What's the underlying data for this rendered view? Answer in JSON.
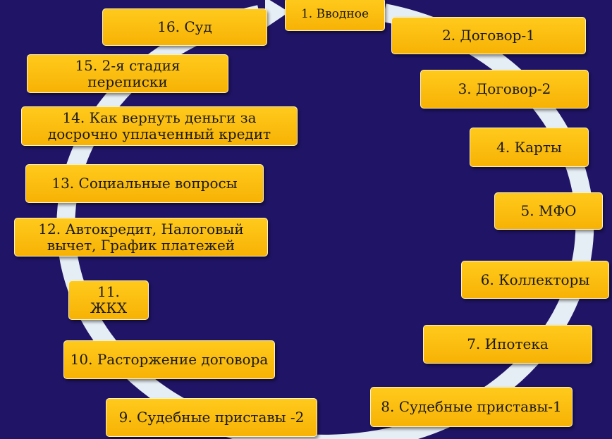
{
  "diagram": {
    "colors": {
      "background": "#201466",
      "box": "#f9bc0a",
      "ring": "#e6eef5",
      "text": "#1a1a1a"
    },
    "stages": [
      {
        "id": "s1",
        "label": "1. Вводное"
      },
      {
        "id": "s2",
        "label": "2. Договор-1"
      },
      {
        "id": "s3",
        "label": "3. Договор-2"
      },
      {
        "id": "s4",
        "label": "4. Карты"
      },
      {
        "id": "s5",
        "label": "5. МФО"
      },
      {
        "id": "s6",
        "label": "6. Коллекторы"
      },
      {
        "id": "s7",
        "label": "7. Ипотека"
      },
      {
        "id": "s8",
        "label": "8. Судебные приставы-1"
      },
      {
        "id": "s9",
        "label": "9. Судебные приставы -2"
      },
      {
        "id": "s10",
        "label": "10. Расторжение договора"
      },
      {
        "id": "s11",
        "label": "11.\nЖКХ"
      },
      {
        "id": "s12",
        "label": "12. Автокредит, Налоговый\nвычет, График платежей"
      },
      {
        "id": "s13",
        "label": "13. Социальные вопросы"
      },
      {
        "id": "s14",
        "label": "14. Как вернуть деньги за\nдосрочно уплаченный кредит"
      },
      {
        "id": "s15",
        "label": "15. 2-я стадия\nпереписки"
      },
      {
        "id": "s16",
        "label": "16. Суд"
      }
    ]
  }
}
